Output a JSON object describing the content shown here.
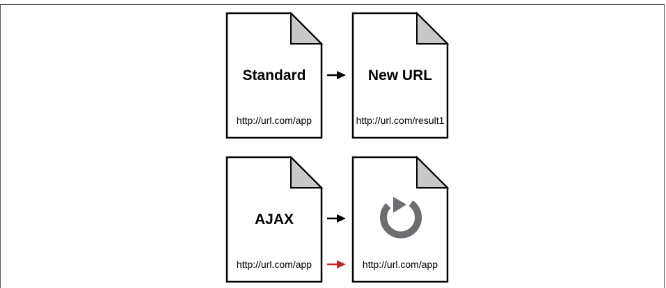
{
  "diagram": {
    "documents": [
      {
        "title": "Standard",
        "url": "http://url.com/app"
      },
      {
        "title": "New URL",
        "url": "http://url.com/result1"
      },
      {
        "title": "AJAX",
        "url": "http://url.com/app"
      },
      {
        "title": "",
        "url": "http://url.com/app",
        "icon": "refresh-icon"
      }
    ],
    "colors": {
      "page_fill": "#ffffff",
      "page_stroke": "#000000",
      "fold_fill": "#c8c8c8",
      "arrow": "#000000",
      "arrow_highlight": "#c0272d",
      "refresh_icon": "#6d6e71"
    }
  }
}
